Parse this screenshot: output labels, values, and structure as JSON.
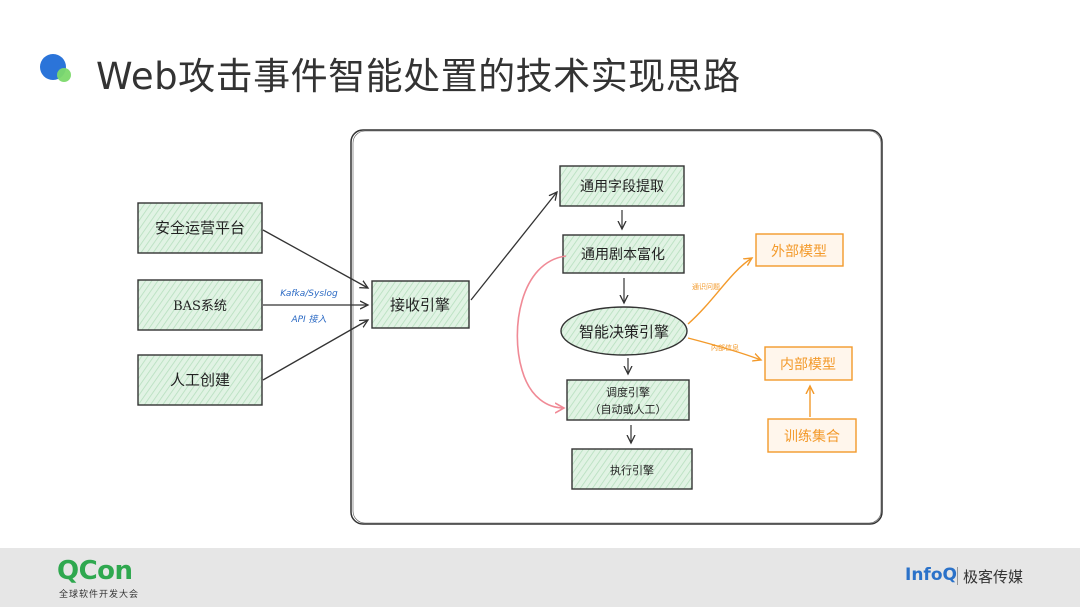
{
  "title": "Web攻击事件智能处置的技术实现思路",
  "diagram": {
    "sources": [
      {
        "id": "ops",
        "label": "安全运营平台"
      },
      {
        "id": "bas",
        "label": "BAS系统"
      },
      {
        "id": "manual",
        "label": "人工创建"
      }
    ],
    "link_labels": {
      "top": "Kafka/Syslog",
      "bottom": "API 接入"
    },
    "receive": "接收引擎",
    "steps": [
      {
        "id": "extract",
        "label": "通用字段提取"
      },
      {
        "id": "enrich",
        "label": "通用剧本富化"
      },
      {
        "id": "decide",
        "label": "智能决策引擎"
      },
      {
        "id": "dispatch",
        "label": "调度引擎",
        "sublabel": "（自动或人工）"
      },
      {
        "id": "execute",
        "label": "执行引擎"
      }
    ],
    "models": {
      "external": "外部模型",
      "internal": "内部模型",
      "training": "训练集合"
    },
    "edge_notes": {
      "external": "通识问题",
      "internal": "内部信息"
    },
    "colors": {
      "node_fill": "#d5eed9",
      "orange": "#f39a2b",
      "pink": "#f08a96",
      "blue_text": "#2d6bc4"
    }
  },
  "footer": {
    "brand": "QCon",
    "brand_sub": "全球软件开发大会",
    "partner": "InfoQ",
    "partner_sub": "极客传媒"
  }
}
